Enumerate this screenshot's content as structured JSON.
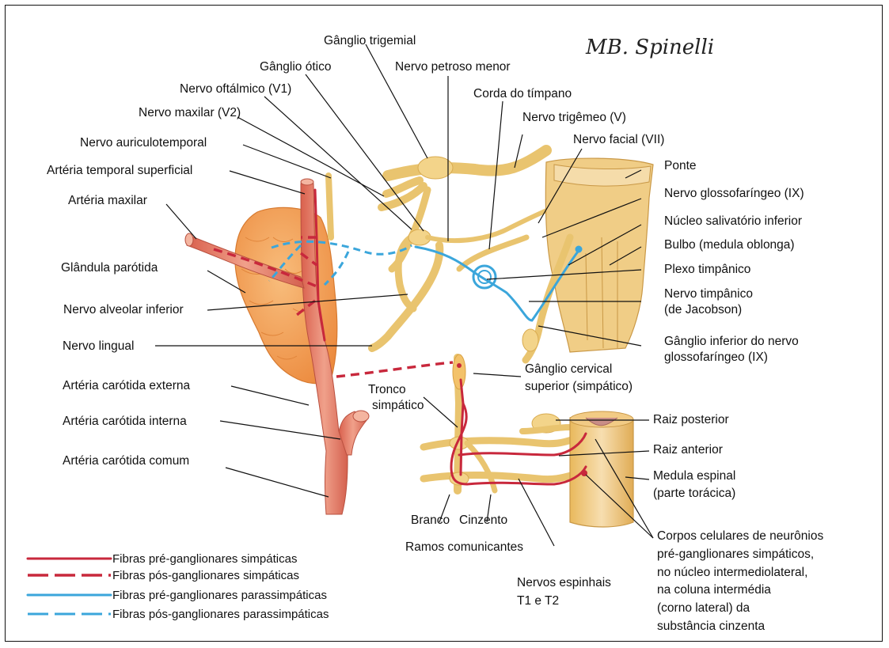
{
  "signature": "MB. Spinelli",
  "labels": {
    "ganglio_trigemial": "Gânglio trigemial",
    "ganglio_otico": "Gânglio ótico",
    "nervo_petroso_menor": "Nervo petroso menor",
    "nervo_oftalmico": "Nervo oftálmico (V1)",
    "corda_do_timpano": "Corda do tímpano",
    "nervo_maxilar": "Nervo maxilar (V2)",
    "nervo_trigemeo": "Nervo trigêmeo (V)",
    "nervo_facial": "Nervo facial (VII)",
    "nervo_auriculotemporal": "Nervo auriculotemporal",
    "arteria_temporal_superficial": "Artéria temporal superficial",
    "ponte": "Ponte",
    "arteria_maxilar": "Artéria maxilar",
    "nervo_glossofaringeo": "Nervo glossofaríngeo (IX)",
    "nucleo_salivatorio": "Núcleo salivatório inferior",
    "bulbo": "Bulbo (medula oblonga)",
    "glandula_parotida": "Glândula parótida",
    "plexo_timpanico": "Plexo timpânico",
    "nervo_timpanico_1": "Nervo timpânico",
    "nervo_timpanico_2": "(de Jacobson)",
    "nervo_alveolar_inferior": "Nervo alveolar inferior",
    "nervo_lingual": "Nervo lingual",
    "ganglio_inferior_1": "Gânglio inferior do nervo",
    "ganglio_inferior_2": "glossofaríngeo (IX)",
    "ganglio_cervical_1": "Gânglio cervical",
    "ganglio_cervical_2": "superior (simpático)",
    "arteria_carotida_externa": "Artéria carótida externa",
    "tronco_simpatico_1": "Tronco",
    "tronco_simpatico_2": "simpático",
    "raiz_posterior": "Raiz posterior",
    "arteria_carotida_interna": "Artéria carótida interna",
    "raiz_anterior": "Raiz anterior",
    "arteria_carotida_comum": "Artéria carótida comum",
    "medula_espinal_1": "Medula espinal",
    "medula_espinal_2": "(parte torácica)",
    "branco": "Branco",
    "cinzento": "Cinzento",
    "ramos_comunicantes": "Ramos comunicantes",
    "corpos_celulares_1": "Corpos celulares de neurônios",
    "corpos_celulares_2": "pré-ganglionares simpáticos,",
    "corpos_celulares_3": "no núcleo intermediolateral,",
    "corpos_celulares_4": "na coluna intermédia",
    "corpos_celulares_5": "(corno lateral) da",
    "corpos_celulares_6": "substância cinzenta",
    "nervos_espinhais_1": "Nervos espinhais",
    "nervos_espinhais_2": "T1 e T2"
  },
  "legend": [
    {
      "label": "Fibras pré-ganglionares simpáticas",
      "color": "#c8283c",
      "style": "solid"
    },
    {
      "label": "Fibras pós-ganglionares simpáticas",
      "color": "#c8283c",
      "style": "dashed"
    },
    {
      "label": "Fibras pré-ganglionares parassimpáticas",
      "color": "#3ba6db",
      "style": "solid"
    },
    {
      "label": "Fibras pós-ganglionares parassimpáticas",
      "color": "#3ba6db",
      "style": "dashed"
    }
  ],
  "colors": {
    "nerve": "#e9c46f",
    "artery": "#e8846a",
    "gland": "#f2a15a",
    "sympathetic": "#c8283c",
    "parasympathetic": "#3ba6db"
  }
}
